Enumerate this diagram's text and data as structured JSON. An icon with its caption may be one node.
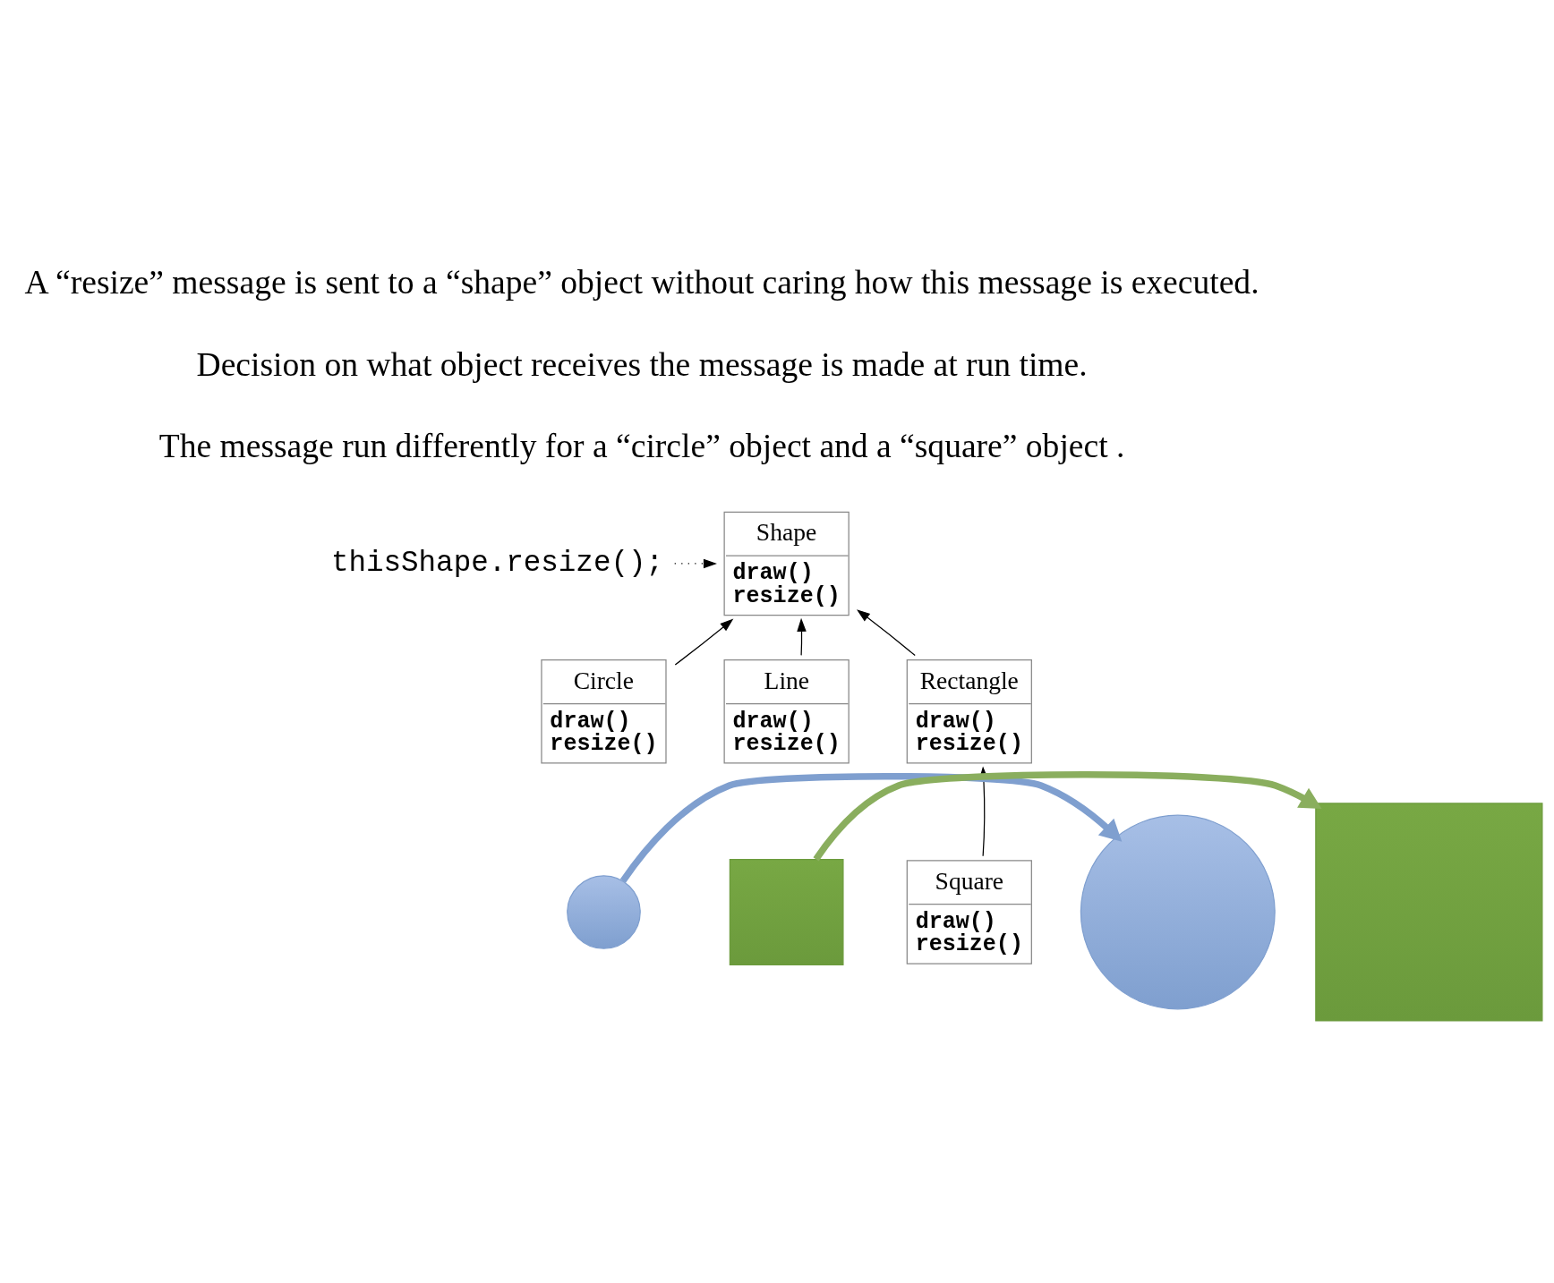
{
  "diagram": {
    "nodes": [
      {
        "text": [
          "thisShape.resize();"
        ]
      },
      {
        "text": [
          "Shape",
          "draw()",
          "resize()"
        ]
      },
      {
        "text": [
          "Circle",
          "draw()",
          "resize()"
        ]
      },
      {
        "text": [
          "Line",
          "draw()",
          "resize()"
        ]
      },
      {
        "text": [
          "Rectangle",
          "draw()",
          "resize()"
        ]
      },
      {
        "text": [
          "Square",
          "draw()",
          "resize()"
        ]
      },
      {
        "text": [],
        "shape": "circle"
      },
      {
        "text": [],
        "shape": "circle"
      },
      {
        "text": [],
        "shape": "box"
      },
      {
        "text": [],
        "shape": "box"
      }
    ],
    "edges": [
      {
        "from": 0,
        "to": 1,
        "arrow": "to",
        "style": "dashed"
      },
      {
        "from": 2,
        "to": 1,
        "arrow": "to"
      },
      {
        "from": 3,
        "to": 1,
        "arrow": "to"
      },
      {
        "from": 4,
        "to": 1,
        "arrow": "to"
      },
      {
        "from": 5,
        "to": 4,
        "arrow": "to"
      },
      {
        "from": 6,
        "to": 7,
        "arrow": "to",
        "style": "thick",
        "color": "#7f9fcf"
      },
      {
        "from": 8,
        "to": 9,
        "arrow": "to",
        "style": "thick",
        "color": "#8aae5e"
      }
    ],
    "labels": [
      "A “resize” message is sent to a “shape” object without caring how this message is executed.",
      "Decision on what object receives the message is made at run time.",
      "The message run differently for a “circle” object and a “square” object ."
    ]
  }
}
